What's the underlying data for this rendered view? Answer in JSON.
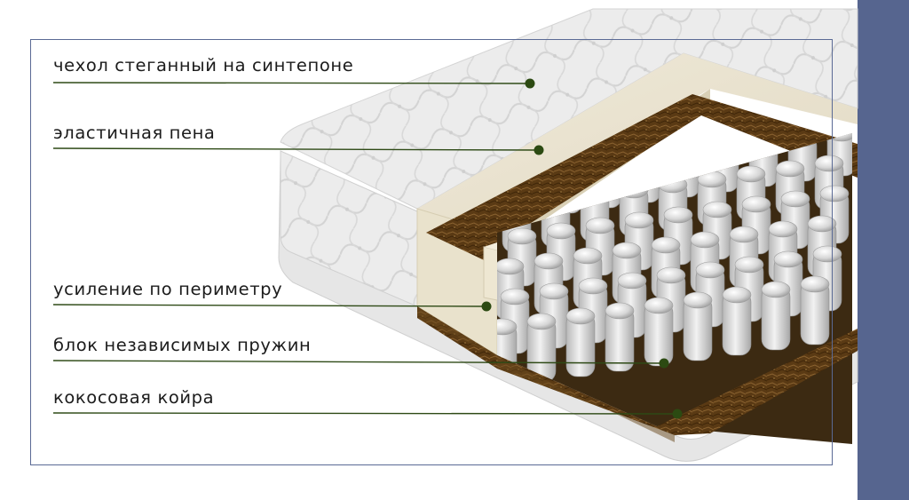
{
  "colors": {
    "side_band": "#56658f",
    "frame": "#5a6a95",
    "leader_line": "#2e4a16",
    "marker_dot": "#2c4a12"
  },
  "callouts": [
    {
      "text": "чехол стеганный на синтепоне"
    },
    {
      "text": "эластичная пена"
    },
    {
      "text": "усиление по периметру"
    },
    {
      "text": "блок независимых пружин"
    },
    {
      "text": "кокосовая койра"
    }
  ]
}
